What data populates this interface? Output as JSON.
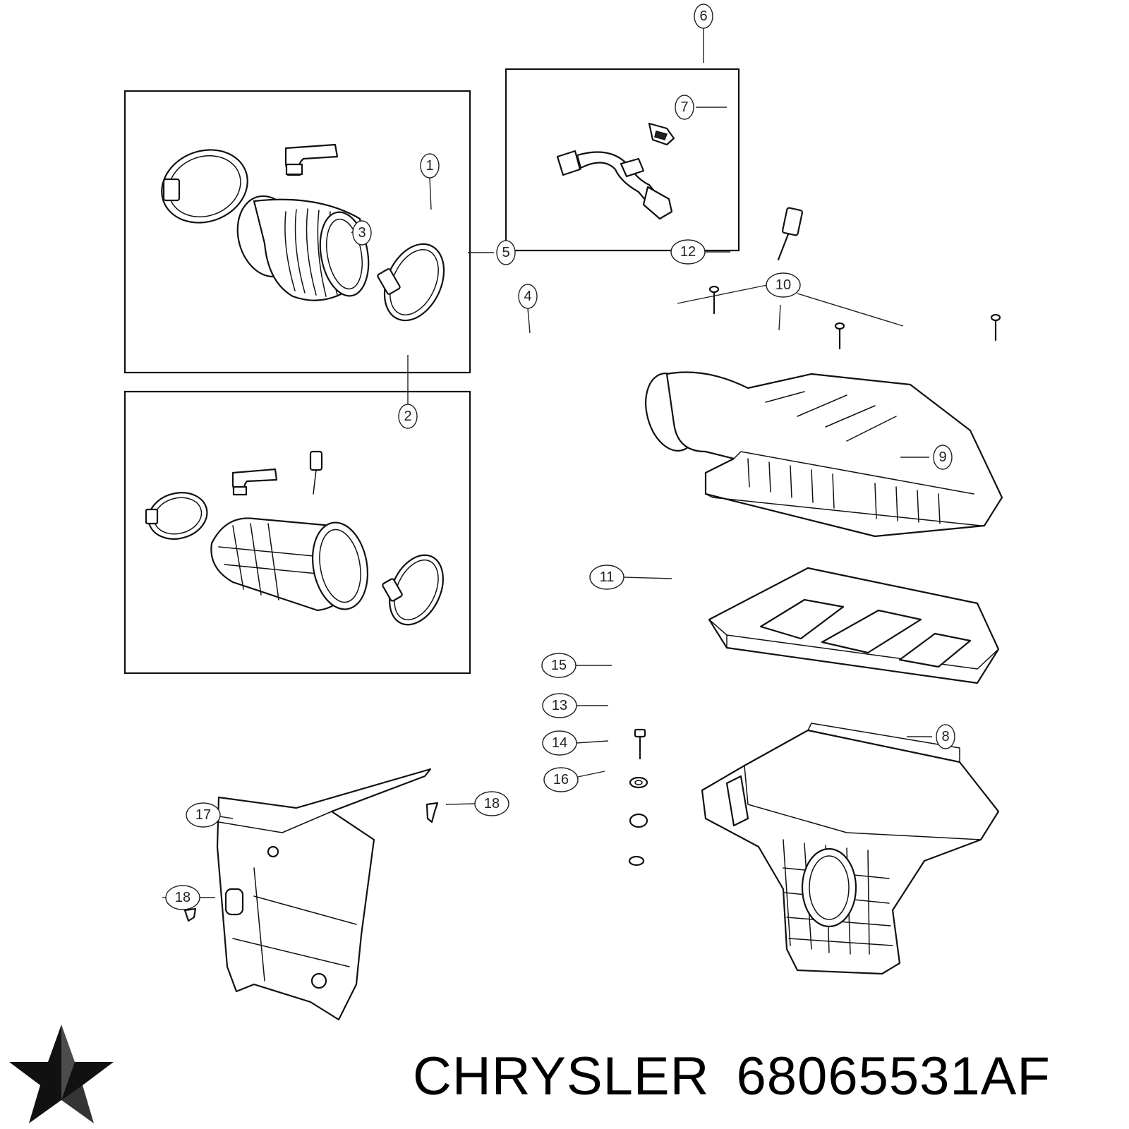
{
  "callouts": [
    {
      "label": "1"
    },
    {
      "label": "2"
    },
    {
      "label": "3"
    },
    {
      "label": "4"
    },
    {
      "label": "5"
    },
    {
      "label": "6"
    },
    {
      "label": "7"
    },
    {
      "label": "8"
    },
    {
      "label": "9"
    },
    {
      "label": "10"
    },
    {
      "label": "11"
    },
    {
      "label": "12"
    },
    {
      "label": "13"
    },
    {
      "label": "14"
    },
    {
      "label": "15"
    },
    {
      "label": "16"
    },
    {
      "label": "17"
    },
    {
      "label": "18"
    },
    {
      "label": "18"
    }
  ],
  "footer": {
    "brand": "CHRYSLER",
    "part_number": "68065531AF"
  },
  "logo": {
    "icon": "chrysler-pentastar-icon",
    "color": "#111111"
  },
  "colors": {
    "line": "#111111",
    "background": "#ffffff"
  }
}
